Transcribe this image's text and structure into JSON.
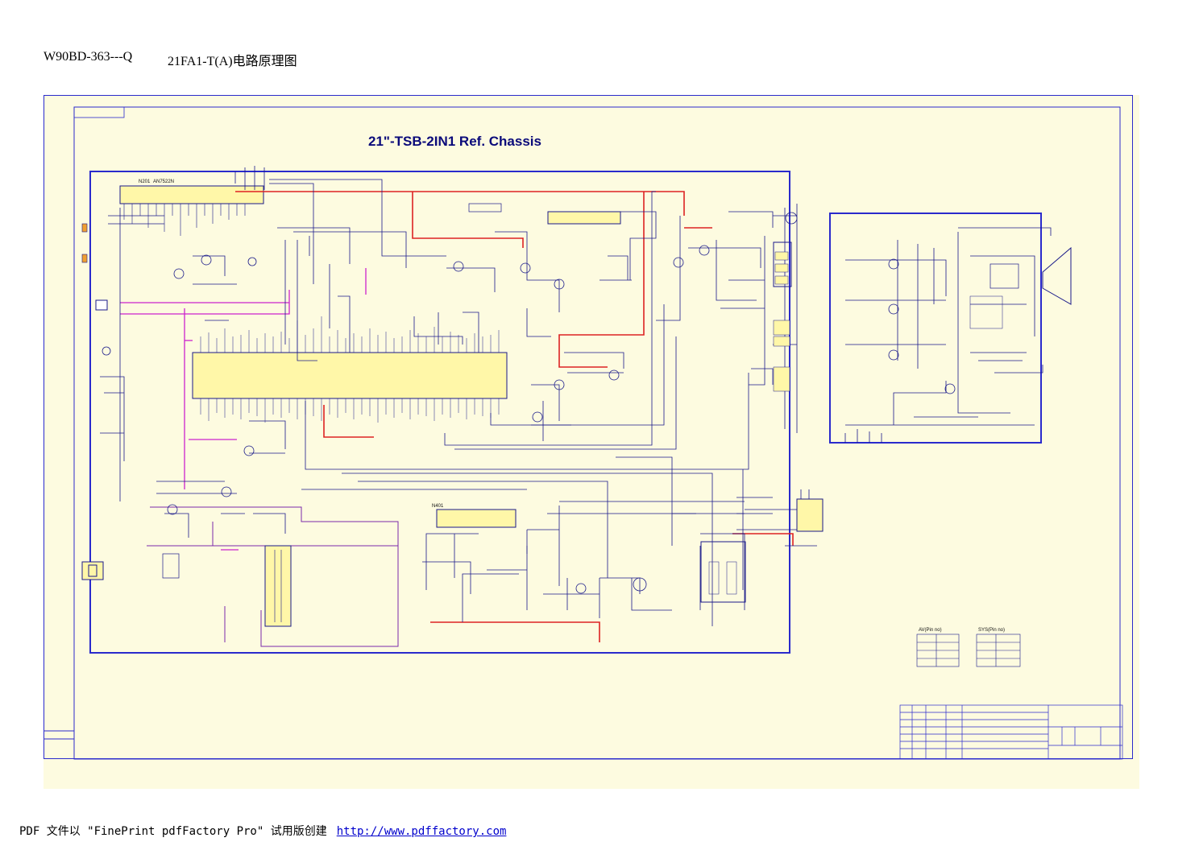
{
  "header": {
    "doc_code": "W90BD-363---Q",
    "doc_title": "21FA1-T(A)电路原理图"
  },
  "schematic": {
    "title": "21\"-TSB-2IN1 Ref. Chassis",
    "ic_labels": [
      "N201",
      "AN7522N",
      "N401"
    ],
    "colors": {
      "sheet": "#fdfbe0",
      "border": "#2a2acc",
      "wire": "#1a1a8a",
      "power": "#dd2222",
      "signal": "#cc22cc"
    }
  },
  "tables": {
    "av_title": "AV(Pin no)",
    "sys_title": "SYS(Pin no)"
  },
  "footer": {
    "text": "PDF 文件以 \"FinePrint pdfFactory Pro\" 试用版创建",
    "link": "http://www.pdffactory.com"
  }
}
